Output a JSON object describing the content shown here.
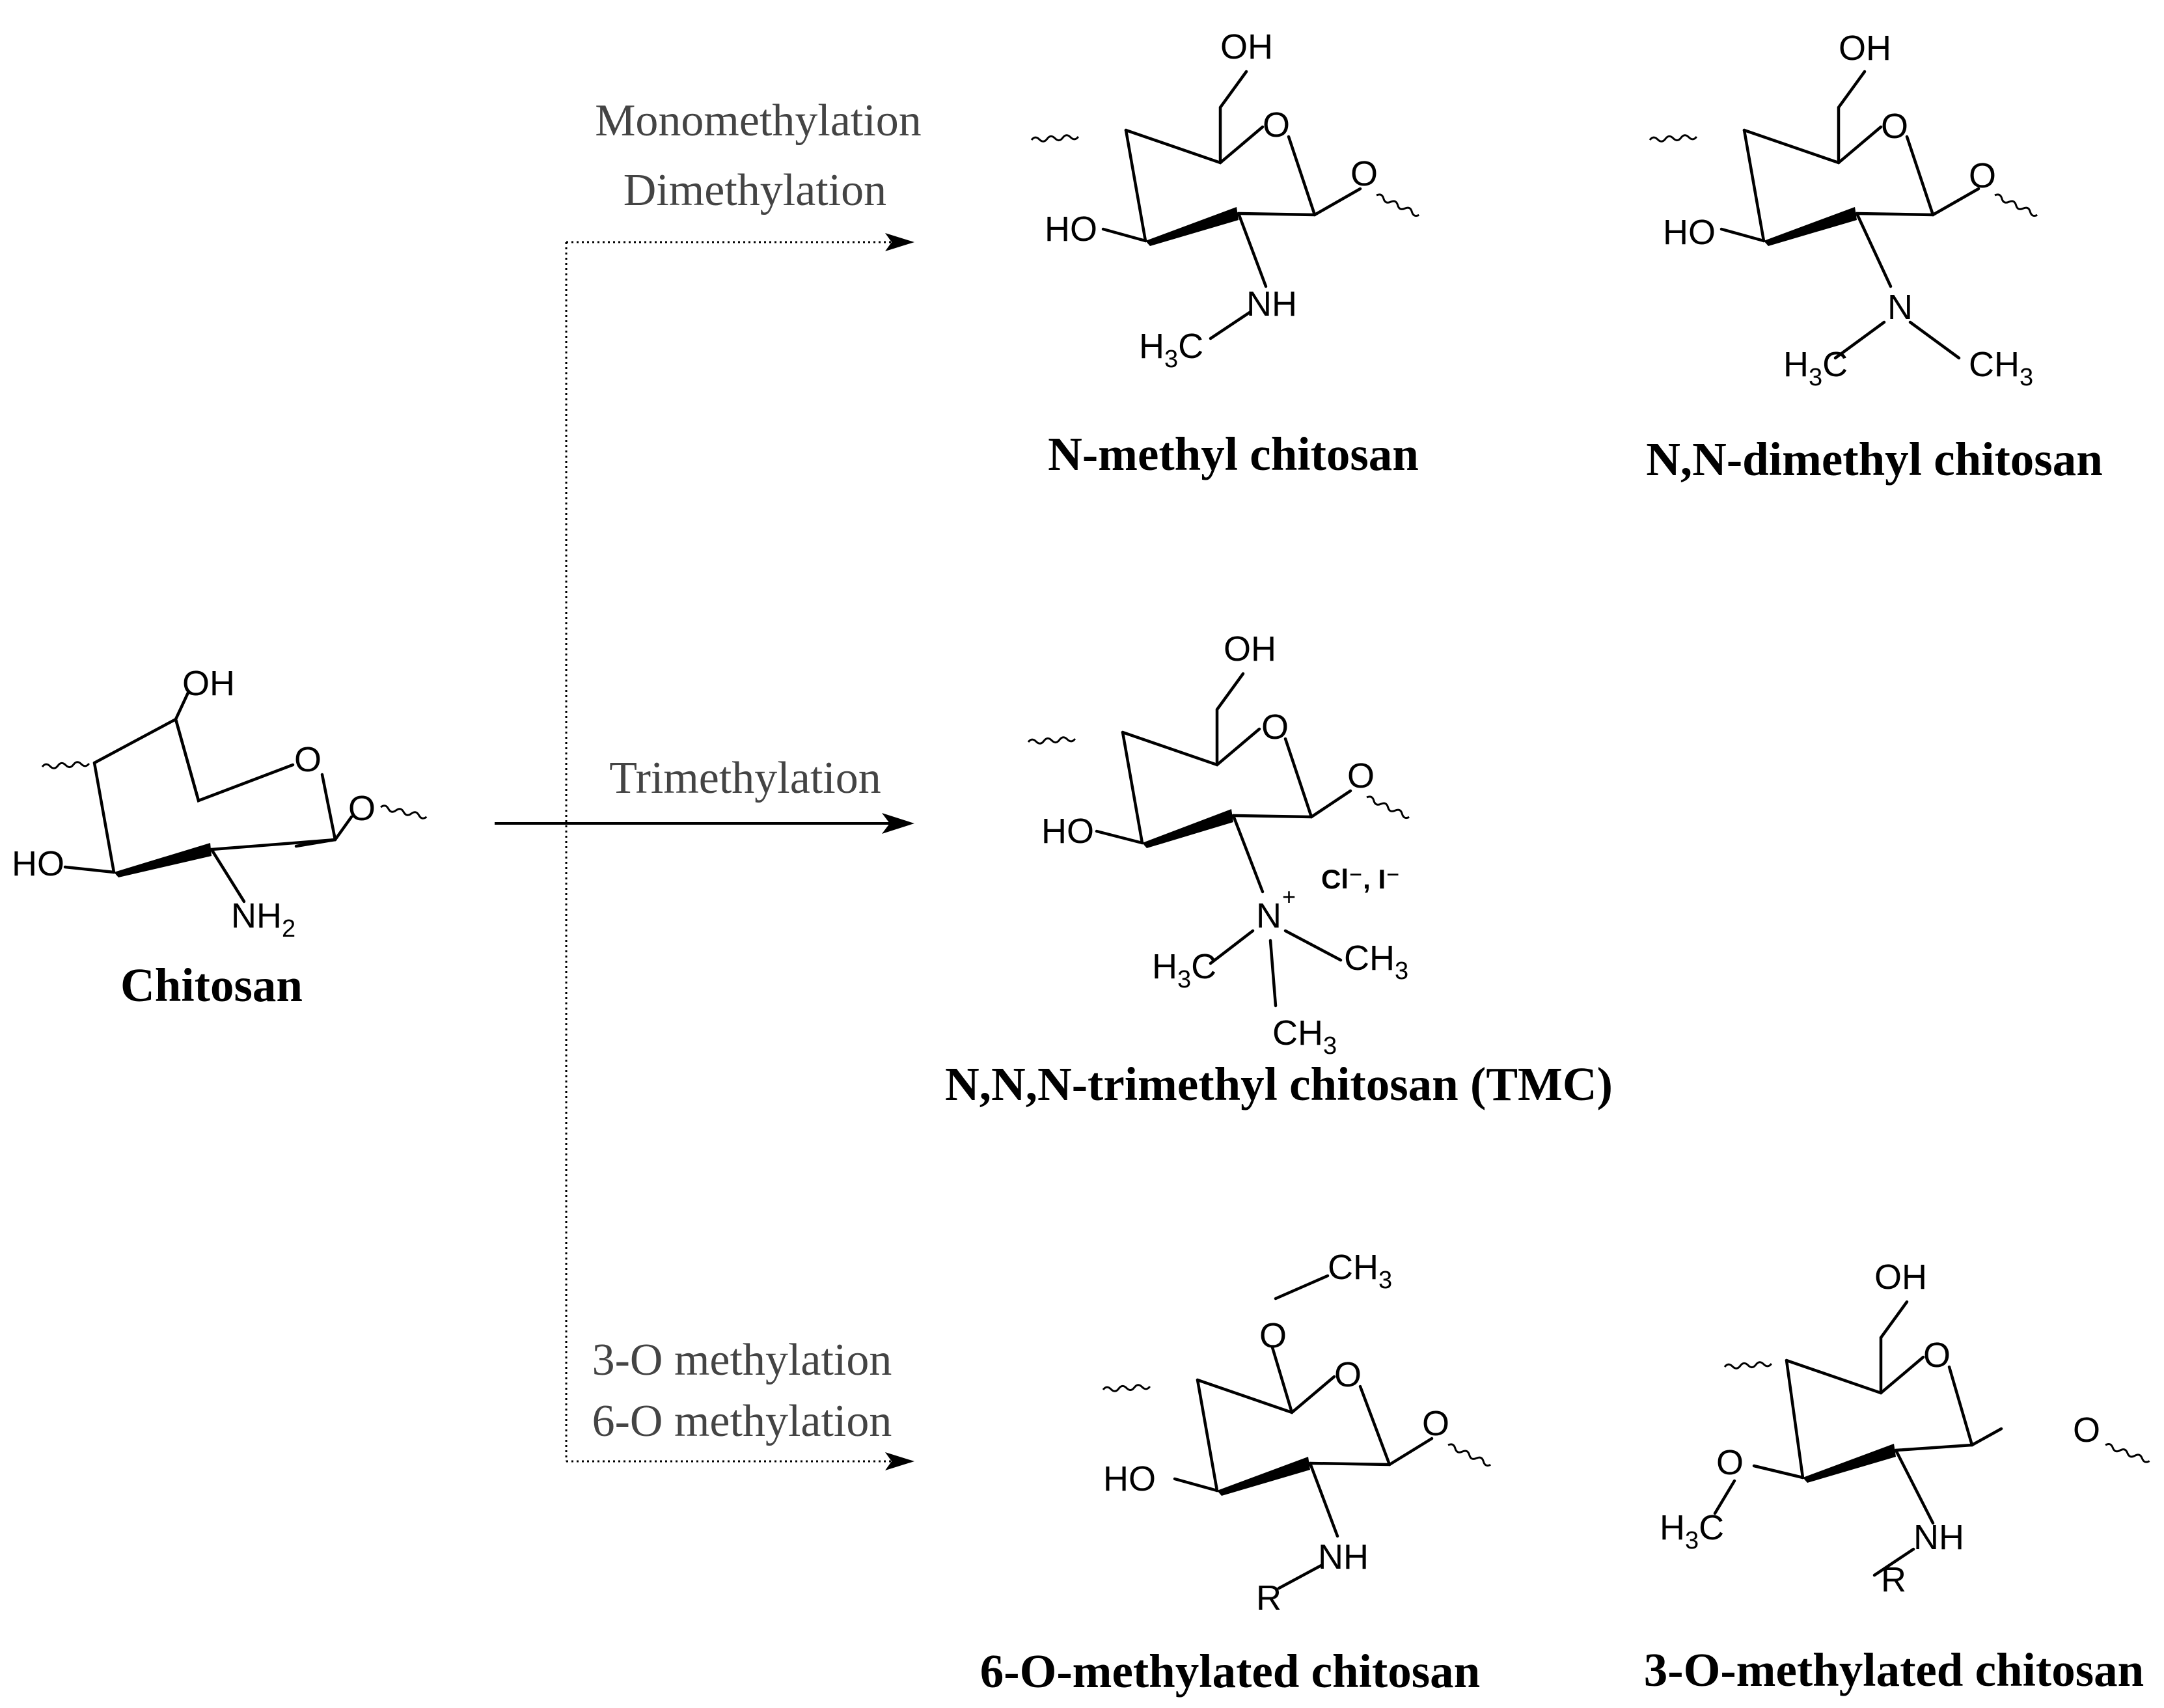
{
  "reactions": {
    "top_line1": "Monomethylation",
    "top_line2": "Dimethylation",
    "middle": "Trimethylation",
    "bottom_line1": "3-O methylation",
    "bottom_line2": "6-O methylation"
  },
  "compounds": {
    "chitosan": "Chitosan",
    "n_methyl": "N-methyl chitosan",
    "nn_dimethyl": "N,N-dimethyl chitosan",
    "tmc": "N,N,N-trimethyl chitosan (TMC)",
    "o6_methyl": "6-O-methylated chitosan",
    "o3_methyl": "3-O-methylated chitosan"
  },
  "atoms": {
    "OH": "OH",
    "O": "O",
    "HO": "HO",
    "NH": "NH",
    "N": "N",
    "NH2_main": "NH",
    "sub2": "2",
    "H": "H",
    "C": "C",
    "sub3": "3",
    "CH": "CH",
    "R": "R",
    "plus": "+",
    "counterions": "Cl⁻, I⁻"
  },
  "colors": {
    "text": "#000000",
    "reaction_text": "#444444",
    "background": "#ffffff"
  }
}
